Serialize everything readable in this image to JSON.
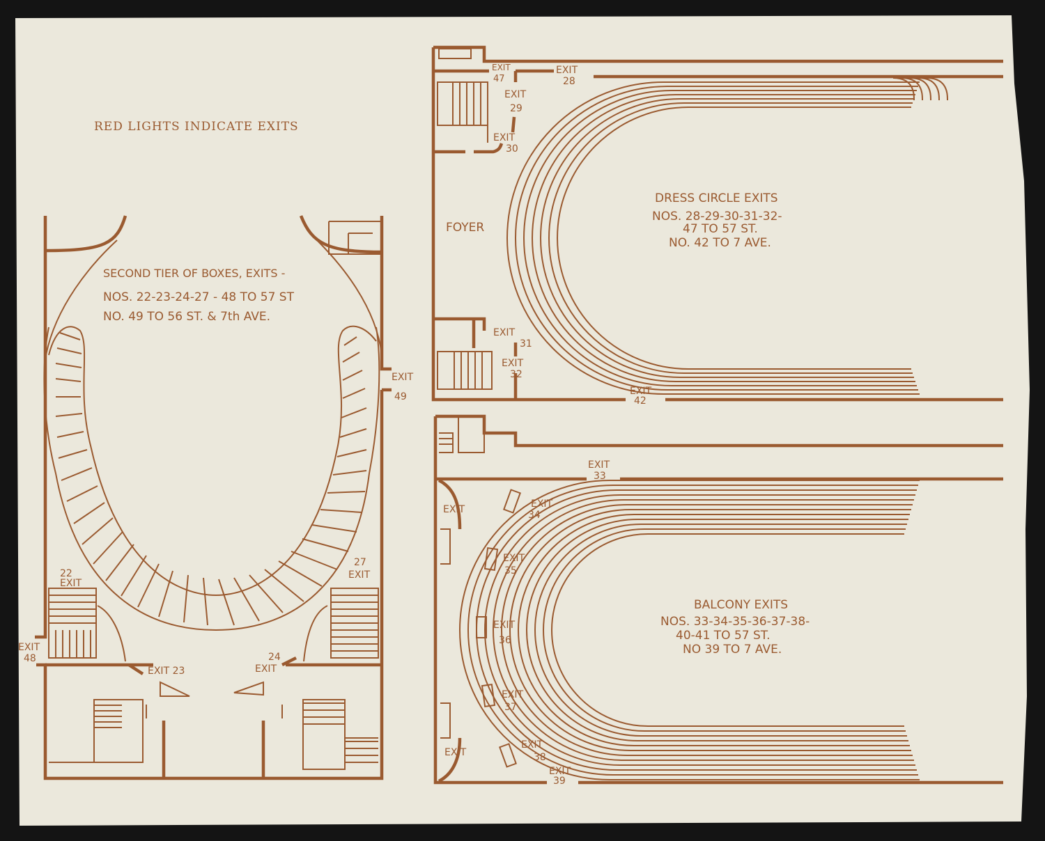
{
  "colors": {
    "ink": "#9a5a30",
    "paper": "#ebe8dc",
    "background": "#141414"
  },
  "header": {
    "title": "RED LIGHTS INDICATE EXITS"
  },
  "second_tier": {
    "title": "SECOND TIER OF BOXES, EXITS -",
    "line1": "NOS. 22-23-24-27 - 48 TO 57 ST",
    "line2": "NO. 49 TO 56 ST. & 7th AVE.",
    "exits": {
      "e22_num": "22",
      "e22_word": "EXIT",
      "e27_num": "27",
      "e27_word": "EXIT",
      "e48_word": "EXIT",
      "e48_num": "48",
      "e23": "EXIT 23",
      "e24_num": "24",
      "e24_word": "EXIT",
      "e49_word": "EXIT",
      "e49_num": "49"
    }
  },
  "dress_circle": {
    "title": "DRESS CIRCLE EXITS",
    "line1": "NOS. 28-29-30-31-32-",
    "line2": "47 TO 57 ST.",
    "line3": "NO. 42 TO 7 AVE.",
    "foyer": "FOYER",
    "exits": {
      "e47_word": "EXIT",
      "e47_num": "47",
      "e28_word": "EXIT",
      "e28_num": "28",
      "e29_word": "EXIT",
      "e29_num": "29",
      "e30_word": "EXIT",
      "e30_num": "30",
      "e31_word": "EXIT",
      "e31_num": "31",
      "e32_word": "EXIT",
      "e32_num": "32",
      "e42_word": "EXIT",
      "e42_num": "42"
    }
  },
  "balcony": {
    "title": "BALCONY EXITS",
    "line1": "NOS. 33-34-35-36-37-38-",
    "line2": "40-41 TO 57 ST.",
    "line3": "NO 39 TO 7 AVE.",
    "exits": {
      "e33_word": "EXIT",
      "e33_num": "33",
      "e34_word": "EXIT",
      "e34_num": "34",
      "e35_word": "EXIT",
      "e35_num": "35",
      "e36_word": "EXIT",
      "e36_num": "36",
      "e37_word": "EXIT",
      "e37_num": "37",
      "e38_word": "EXIT",
      "e38_num": "38",
      "e39_word": "EXIT",
      "e39_num": "39",
      "left_top": "EXIT",
      "left_bottom": "EXIT"
    }
  }
}
